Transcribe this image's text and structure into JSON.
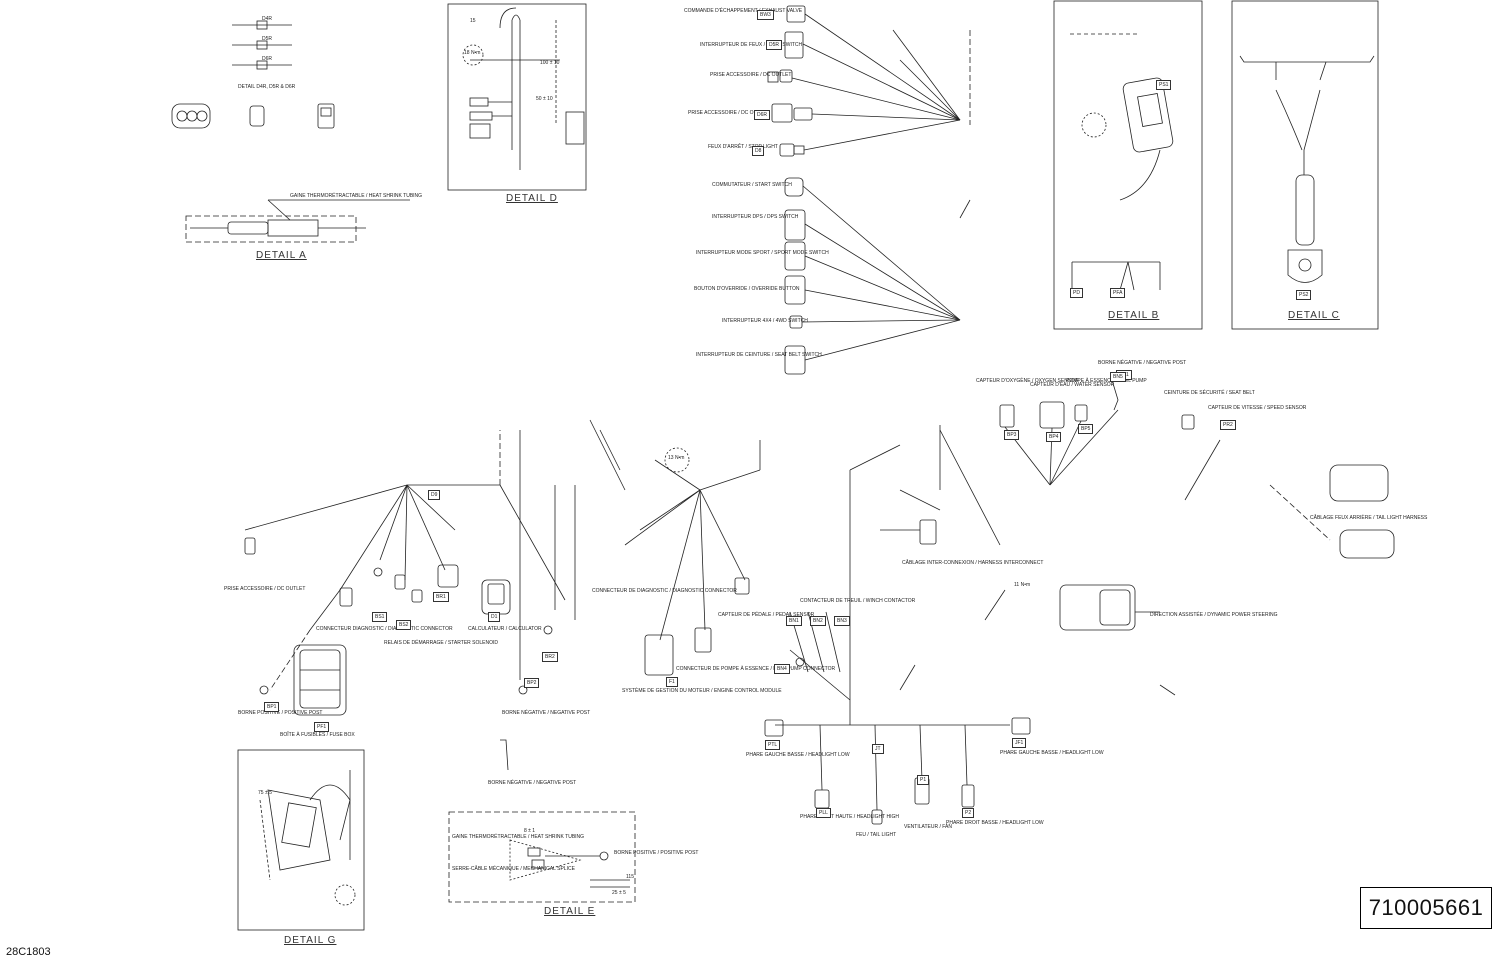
{
  "detail_titles": {
    "a": "DETAIL A",
    "b": "DETAIL B",
    "c": "DETAIL C",
    "d": "DETAIL D",
    "e": "DETAIL E",
    "g": "DETAIL G"
  },
  "drawing": {
    "part_number": "710005661",
    "code": "28C1803"
  },
  "callouts": {
    "d_pin_labels": [
      "D4R",
      "D5R",
      "D6R"
    ],
    "d_detail_caption": "DETAIL D4R, D5R & D6R",
    "a_sleeve_note": "GAINE THERMORÉTRACTABLE / HEAT SHRINK TUBING",
    "connector_tags": [
      "BW3",
      "D5R",
      "D6R",
      "D8",
      "D9",
      "D1",
      "BR1",
      "BR2",
      "BS1",
      "BS2",
      "PF1",
      "PS1",
      "PS2",
      "PR1",
      "PR2",
      "P1",
      "P2",
      "JF1",
      "JT",
      "PD",
      "PFA",
      "PTL",
      "PLL",
      "BN1",
      "BN2",
      "BN3",
      "BN4",
      "BN5",
      "BP1",
      "BP2",
      "BP3",
      "BP4",
      "BP5",
      "F1"
    ],
    "component_labels": [
      "COMMANDE D'ÉCHAPPEMENT / EXHAUST VALVE",
      "INTERRUPTEUR DE FEUX / LIGHT SWITCH",
      "PRISE ACCESSOIRE / DC OUTLET",
      "PRISE ACCESSOIRE / DC OUTLET",
      "FEUX D'ARRÊT / STOP LIGHT",
      "COMMUTATEUR / START SWITCH",
      "INTERRUPTEUR DPS / DPS SWITCH",
      "INTERRUPTEUR MODE SPORT / SPORT MODE SWITCH",
      "BOUTON D'OVERRIDE / OVERRIDE BUTTON",
      "INTERRUPTEUR 4X4 / 4WD SWITCH",
      "INTERRUPTEUR DE CEINTURE / SEAT BELT SWITCH",
      "CAPTEUR D'OXYGÈNE / OXYGEN SENSOR",
      "CAPTEUR D'EAU / WATER SENSOR",
      "POMPE À ESSENCE / FUEL PUMP",
      "BORNE NÉGATIVE / NEGATIVE POST",
      "CEINTURE DE SÉCURITÉ / SEAT BELT",
      "CAPTEUR DE VITESSE / SPEED SENSOR",
      "CONNECTEUR DE DIAGNOSTIC / DIAGNOSTIC CONNECTOR",
      "CAPTEUR DE PÉDALE / PEDAL SENSOR",
      "SYSTÈME DE GESTION DU MOTEUR / ENGINE CONTROL MODULE",
      "CONNECTEUR DE POMPE À ESSENCE / FUEL PUMP CONNECTOR",
      "CÂBLAGE INTER-CONNEXION / HARNESS INTERCONNECT",
      "DIRECTION ASSISTÉE / DYNAMIC POWER STEERING",
      "CONTACTEUR DE TREUIL / WINCH CONTACTOR",
      "BOÎTE À FUSIBLES / FUSE BOX",
      "BORNE POSITIVE / POSITIVE POST",
      "PRISE ACCESSOIRE / DC OUTLET",
      "CONNECTEUR DIAGNOSTIC / DIAGNOSTIC CONNECTOR",
      "RELAIS DE DÉMARRAGE / STARTER SOLENOID",
      "CALCULATEUR / CALCULATOR",
      "BORNE NÉGATIVE / NEGATIVE POST",
      "BORNE NÉGATIVE / NEGATIVE POST",
      "PHARE GAUCHE BASSE / HEADLIGHT LOW",
      "PHARE DROIT HAUTE / HEADLIGHT HIGH",
      "FEU / TAIL LIGHT",
      "VENTILATEUR / FAN",
      "PHARE DROIT BASSE / HEADLIGHT LOW",
      "PHARE GAUCHE BASSE / HEADLIGHT LOW",
      "GAINE THERMORÉTRACTABLE / HEAT SHRINK TUBING",
      "SERRE-CÂBLE MÉCANIQUE / MECHANICAL SPLICE",
      "BORNE POSITIVE / POSITIVE POST",
      "CÂBLAGE FEUX ARRIÈRE / TAIL LIGHT HARNESS"
    ],
    "torque_values": [
      "18 N•m",
      "13 N•m",
      "11 N•m"
    ],
    "dimensions": [
      "15",
      "100 ± 10",
      "50 ± 10",
      "75 ± 5",
      "8 ± 1",
      "115",
      "25 ± 5"
    ]
  }
}
